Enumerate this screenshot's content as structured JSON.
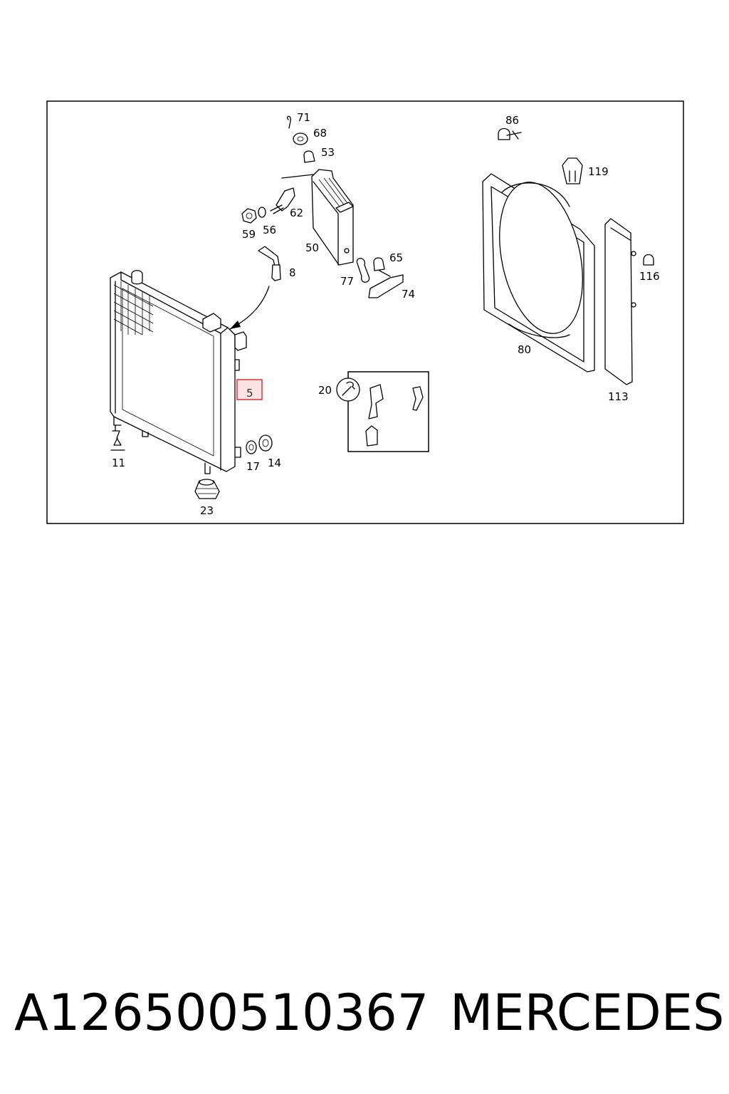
{
  "diagram": {
    "callouts": [
      "71",
      "68",
      "53",
      "86",
      "119",
      "62",
      "59",
      "56",
      "50",
      "8",
      "65",
      "77",
      "74",
      "116",
      "80",
      "5",
      "20",
      "113",
      "11",
      "17",
      "14",
      "23"
    ],
    "highlighted_callout": "5",
    "highlight_color": "#e0303a",
    "highlight_fill": "#fbe3e4"
  },
  "footer": {
    "part_number": "A126500510367",
    "brand": "MERCEDES"
  }
}
